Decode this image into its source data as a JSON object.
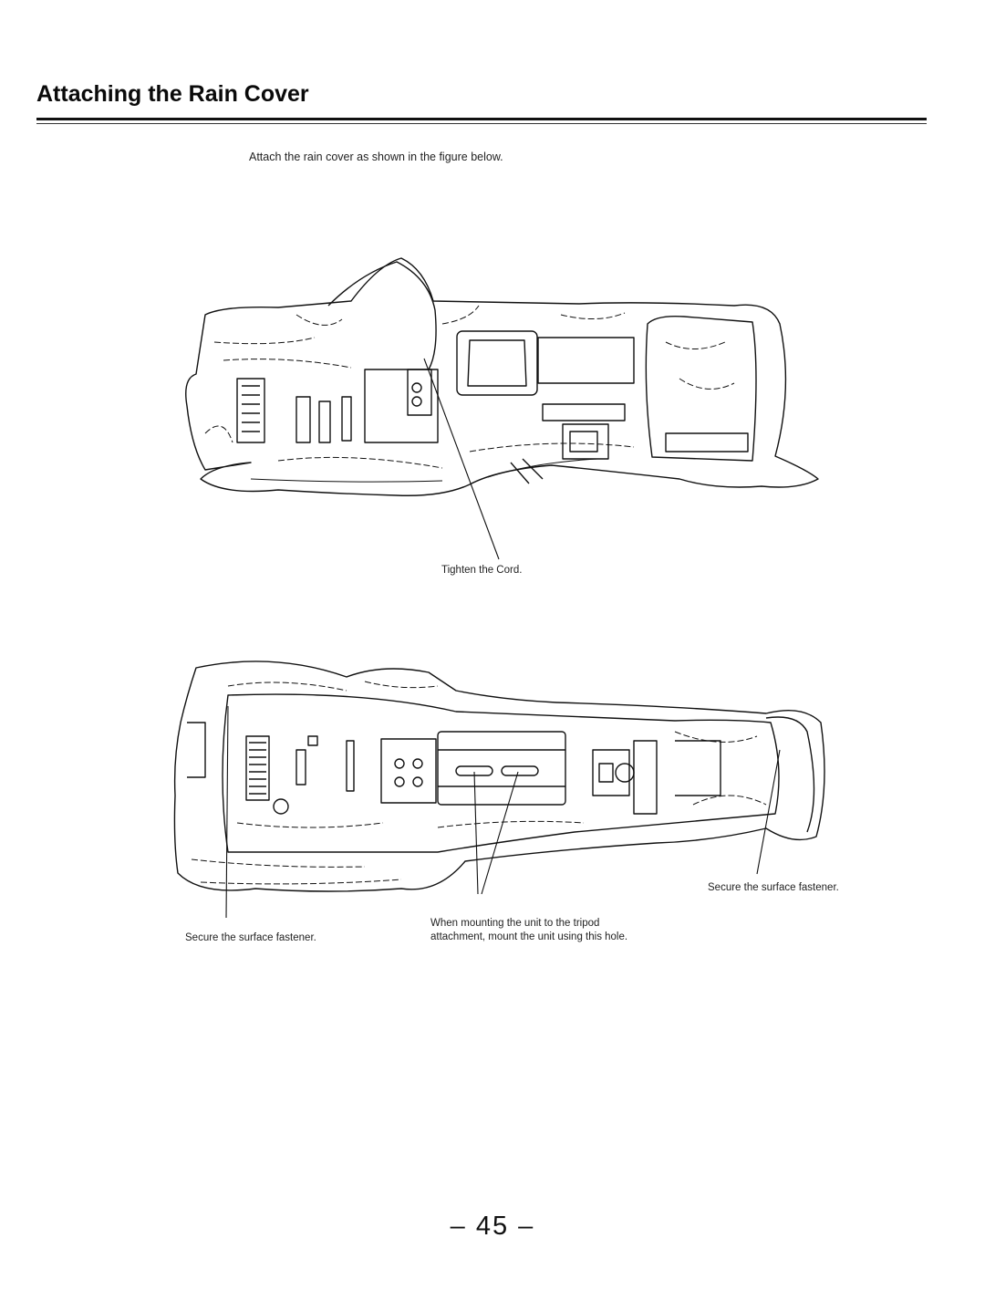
{
  "page": {
    "title": "Attaching the Rain Cover",
    "intro": "Attach the rain cover as shown in the figure below.",
    "page_number": "– 45 –"
  },
  "figure_top": {
    "caption_cord": "Tighten the Cord."
  },
  "figure_bottom": {
    "caption_left": "Secure the surface fastener.",
    "caption_right": "Secure the surface fastener.",
    "caption_tripod_line1": "When mounting the unit to the tripod",
    "caption_tripod_line2": "attachment, mount the unit using this hole."
  }
}
